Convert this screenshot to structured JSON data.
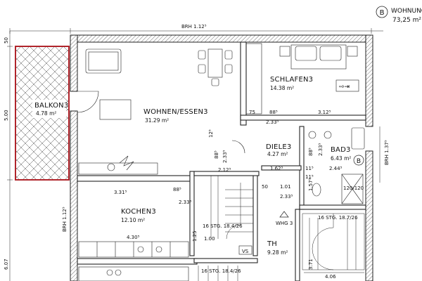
{
  "header": {
    "badge_letter": "B",
    "unit_label": "WOHNUNG",
    "unit_area": "73,25 m²"
  },
  "rooms": {
    "wohnen": {
      "name": "WOHNEN/ESSEN3",
      "area": "31.29 m²"
    },
    "balkon": {
      "name": "BALKON3",
      "area": "4.78 m²"
    },
    "schlafen": {
      "name": "SCHLAFEN3",
      "area": "14.38 m²"
    },
    "diele": {
      "name": "DIELE3",
      "area": "4.27 m²"
    },
    "bad": {
      "name": "BAD3",
      "area": "6.43 m²"
    },
    "kochen": {
      "name": "KOCHEN3",
      "area": "12.10 m²"
    },
    "th": {
      "name": "TH",
      "area": "9.28 m²"
    }
  },
  "dimensions": {
    "brh_top": "BRH 1.12⁵",
    "brh_left": "BRH 1.12⁵",
    "brh_right": "BRH 1.37⁵",
    "left_50": "50",
    "left_500": "5.00",
    "left_607": "6.07",
    "d_75": "75",
    "d_88_s": "88⁵",
    "d_312": "3.12⁵",
    "d_233_s": "2.33⁵",
    "d_88_w": "88⁵",
    "d_12": "12⁵",
    "d_2335": "2.33⁵",
    "d_212": "2.12⁵",
    "d_162": "1.62⁵",
    "d_88_d": "88⁵",
    "d_233_d": "2.33⁵",
    "d_244": "2.44⁵",
    "d_331": "3.31⁵",
    "d_88_k": "88⁵",
    "d_233_k": "2.33⁵",
    "d_50": "50",
    "d_101": "1.01",
    "d_233_h": "2.33⁵",
    "d_11a": "11⁵",
    "d_11b": "11⁵",
    "d_157": "1.57⁵",
    "d_430": "4.30⁵",
    "d_125": "1.25",
    "d_100": "1.00",
    "d_120": "120/120",
    "d_371": "3.71",
    "d_406": "4.06"
  },
  "labels": {
    "stg1": "16 STG. 18.4/26",
    "stg2": "16 STG. 18.7/26",
    "stg3": "16 STG. 18.4/26",
    "whg": "WHG 3",
    "vs": "VS",
    "bad_badge": "B"
  }
}
